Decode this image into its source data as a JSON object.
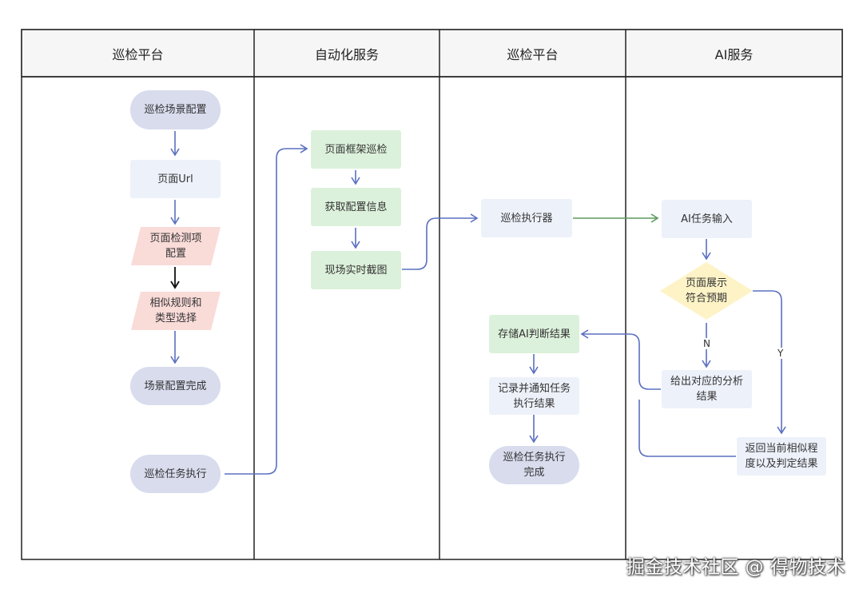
{
  "lanes": [
    {
      "title": "巡检平台"
    },
    {
      "title": "自动化服务"
    },
    {
      "title": "巡检平台"
    },
    {
      "title": "AI服务"
    }
  ],
  "nodes": {
    "scene_config": "巡检场景配置",
    "page_url": "页面Url",
    "page_check_config": "页面检测项\n配置",
    "rule_select": "相似规则和\n类型选择",
    "scene_done": "场景配置完成",
    "task_exec": "巡检任务执行",
    "frame_check": "页面框架巡检",
    "get_config": "获取配置信息",
    "live_screenshot": "现场实时截图",
    "executor": "巡检执行器",
    "store_result": "存储AI判断结果",
    "record_notify": "记录并通知任务\n执行结果",
    "exec_done": "巡检任务执行\n完成",
    "ai_input": "AI任务输入",
    "decision": "页面展示\n符合预期",
    "analysis": "给出对应的分析\n结果",
    "return_similarity": "返回当前相似程\n度以及判定结果"
  },
  "edge_labels": {
    "no": "N",
    "yes": "Y"
  },
  "colors": {
    "pill": "#d8dced",
    "rect_blue": "#edf1fa",
    "rect_green": "#dcf1db",
    "para_pink": "#f9dbd8",
    "diamond_yellow": "#fdf3c6",
    "arrow_blue": "#5a70c0",
    "arrow_green": "#5c9a5c",
    "arrow_black": "#111111"
  },
  "watermark": "掘金技术社区 @ 得物技术"
}
